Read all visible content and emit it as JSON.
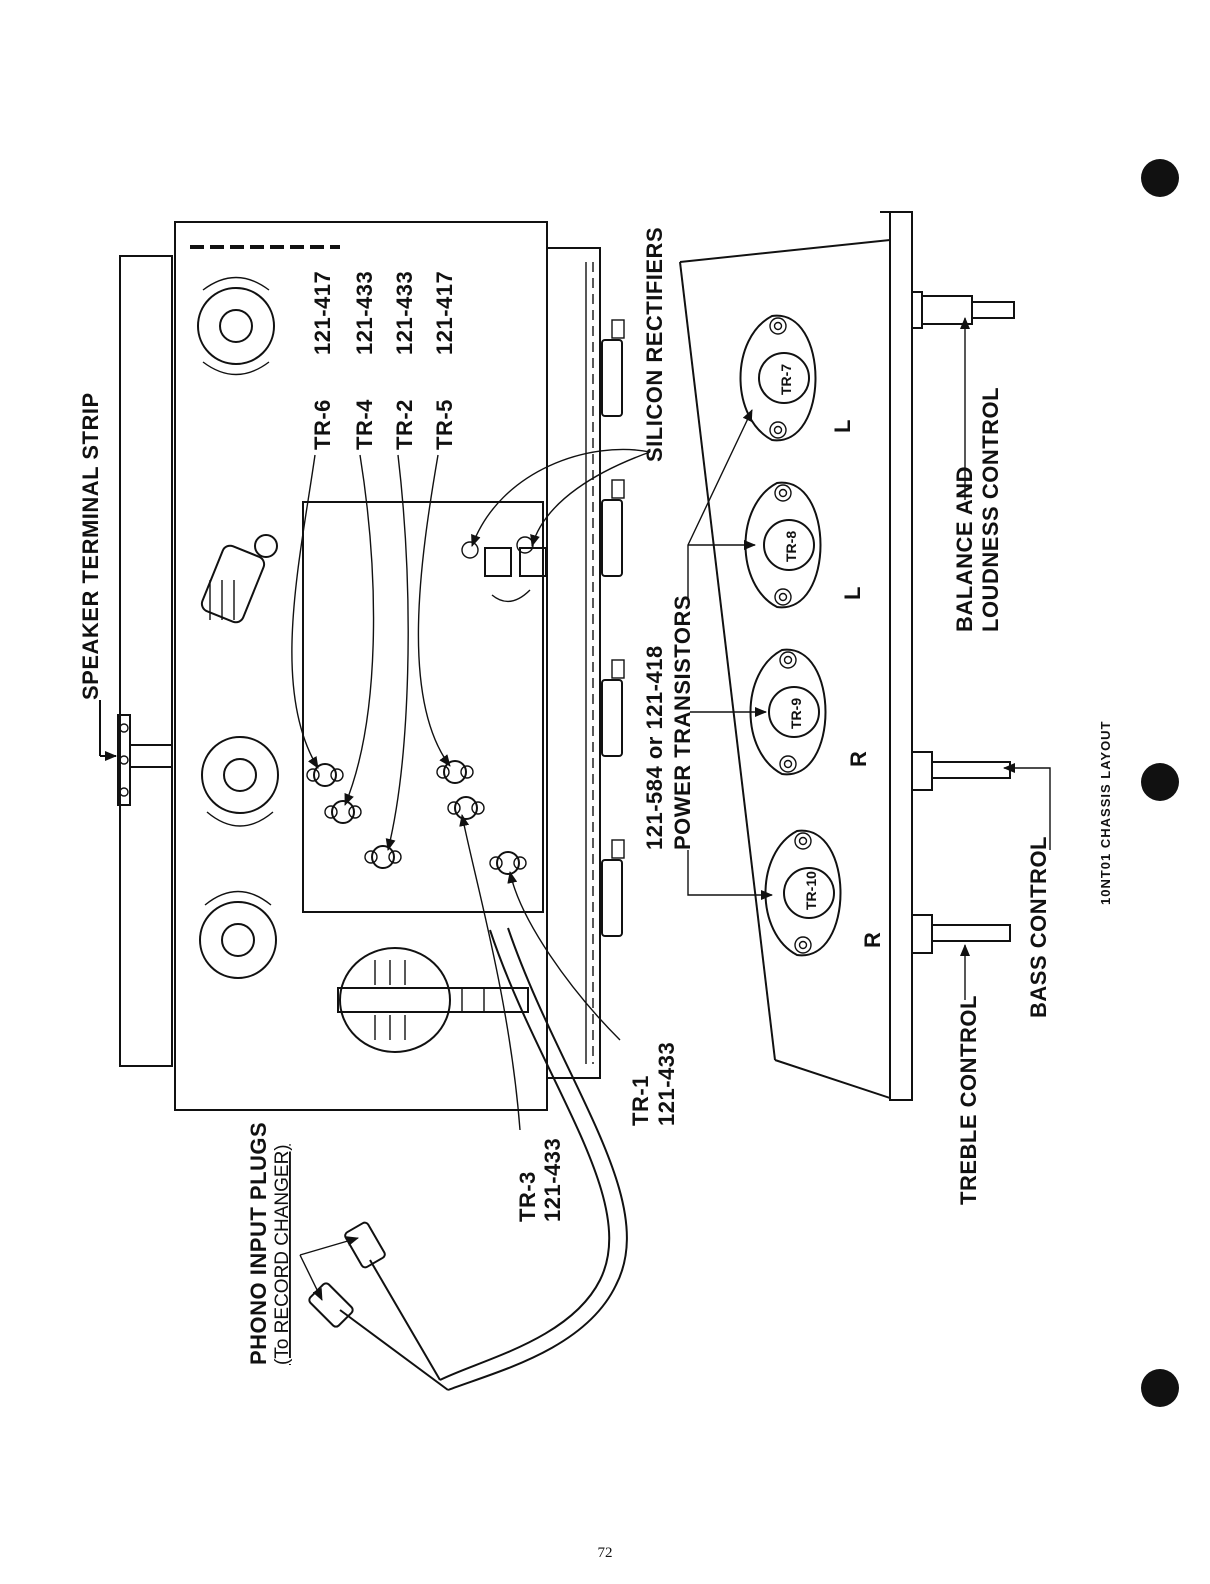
{
  "labels": {
    "speaker_terminal_strip": "SPEAKER TERMINAL STRIP",
    "silicon_rectifiers": "SILICON RECTIFIERS",
    "power_transistors_part": "121-584 or 121-418",
    "power_transistors": "POWER TRANSISTORS",
    "balance_line1": "BALANCE AND",
    "balance_line2": "LOUDNESS CONTROL",
    "bass_control": "BASS CONTROL",
    "treble_control": "TREBLE CONTROL",
    "phono_line1": "PHONO INPUT PLUGS",
    "phono_line2": "(To RECORD CHANGER)",
    "tr3_name": "TR-3",
    "tr3_part": "121-433",
    "tr1_name": "TR-1",
    "tr1_part": "121-433",
    "caption": "10NT01 CHASSIS LAYOUT"
  },
  "transistor_list": [
    {
      "name": "TR-6",
      "part": "121-417"
    },
    {
      "name": "TR-4",
      "part": "121-433"
    },
    {
      "name": "TR-2",
      "part": "121-433"
    },
    {
      "name": "TR-5",
      "part": "121-417"
    }
  ],
  "power_transistors": [
    {
      "name": "TR-7",
      "side": "L"
    },
    {
      "name": "TR-8",
      "side": "L"
    },
    {
      "name": "TR-9",
      "side": "R"
    },
    {
      "name": "TR-10",
      "side": "R"
    }
  ],
  "page_number": "72"
}
